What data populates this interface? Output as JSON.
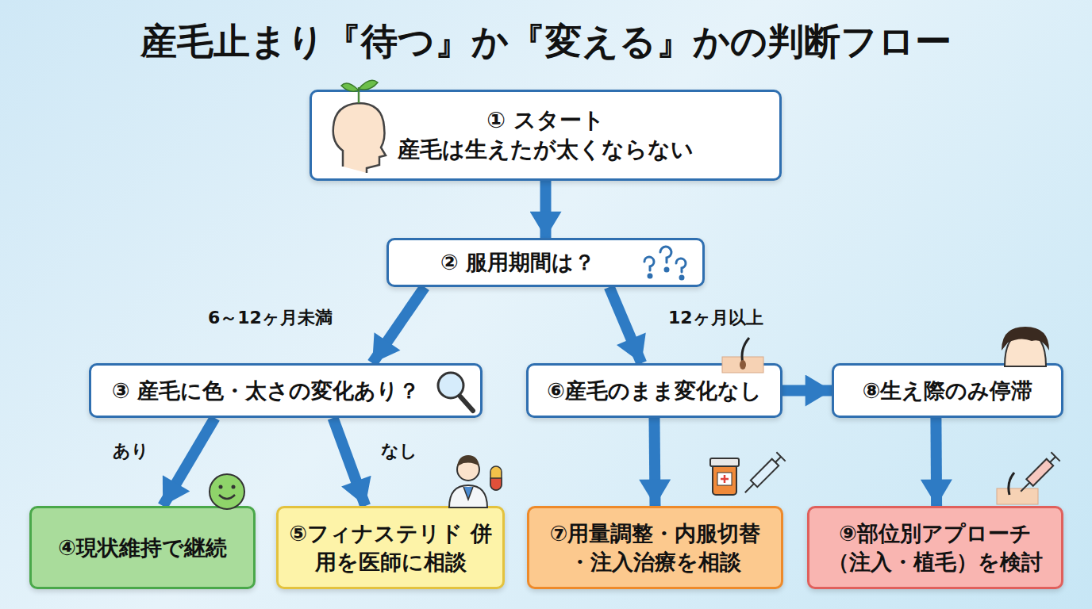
{
  "diagram": {
    "title": "産毛止まり『待つ』か『変える』かの判断フロー",
    "nodes": [
      {
        "text": [
          "① スタート",
          "産毛は生えたが太くならない"
        ]
      },
      {
        "text": [
          "② 服用期間は？"
        ]
      },
      {
        "text": [
          "③ 産毛に色・太さの変化あり？"
        ]
      },
      {
        "text": [
          "④現状維持で継続"
        ]
      },
      {
        "text": [
          "⑤フィナステリド 併用を医師に相談"
        ]
      },
      {
        "text": [
          "⑥産毛のまま変化なし"
        ]
      },
      {
        "text": [
          "⑦用量調整・内服切替 ・注入治療を相談"
        ]
      },
      {
        "text": [
          "⑧生え際のみ停滞"
        ]
      },
      {
        "text": [
          "⑨部位別アプローチ （注入・植毛）を検討"
        ]
      }
    ],
    "edges": [
      {
        "from": 0,
        "to": 1,
        "arrow": "to"
      },
      {
        "from": 1,
        "to": 2,
        "label": "6～12ヶ月未満",
        "arrow": "to"
      },
      {
        "from": 1,
        "to": 5,
        "label": "12ヶ月以上",
        "arrow": "to"
      },
      {
        "from": 2,
        "to": 3,
        "label": "あり",
        "arrow": "to"
      },
      {
        "from": 2,
        "to": 4,
        "label": "なし",
        "arrow": "to"
      },
      {
        "from": 5,
        "to": 6,
        "arrow": "to"
      },
      {
        "from": 5,
        "to": 7,
        "arrow": "to"
      },
      {
        "from": 7,
        "to": 8,
        "arrow": "to"
      }
    ]
  }
}
